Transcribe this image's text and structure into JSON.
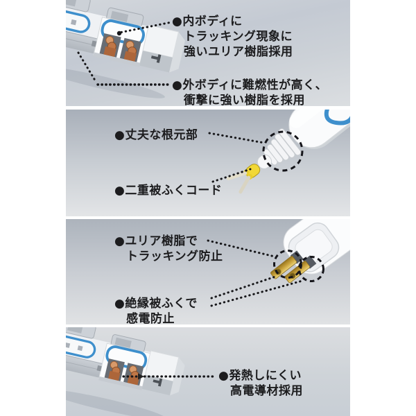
{
  "bullet": "●",
  "colors": {
    "accent_blue": "#3e8fcc",
    "copper": "#c07747",
    "brass": "#c9a23c",
    "insulation_yellow": "#f2d836",
    "text": "#1c1c1e",
    "leader_line": "#17171a",
    "body_white": "#fafbfc"
  },
  "sections": [
    {
      "name": "inner-outer-body",
      "illustration": "power-strip-cutaway",
      "callouts": [
        {
          "lines": [
            "内ボディに",
            "トラッキング現象に",
            "強いユリア樹脂採用"
          ]
        },
        {
          "lines": [
            "外ボディに難燃性が高く、",
            "衝撃に強い樹脂を採用"
          ]
        }
      ]
    },
    {
      "name": "plug-root-and-cord",
      "illustration": "plug-strain-relief-and-cord",
      "callouts": [
        {
          "lines": [
            "丈夫な根元部"
          ]
        },
        {
          "lines": [
            "二重被ふくコード"
          ]
        }
      ]
    },
    {
      "name": "plug-blades",
      "illustration": "plug-blades-with-insulation",
      "callouts": [
        {
          "lines": [
            "ユリア樹脂で",
            "トラッキング防止"
          ]
        },
        {
          "lines": [
            "絶縁被ふくで",
            "感電防止"
          ]
        }
      ]
    },
    {
      "name": "high-conductivity-material",
      "illustration": "power-strip-cutaway-conductor",
      "callouts": [
        {
          "lines": [
            "発熱しにくい",
            "高電導材採用"
          ]
        }
      ]
    }
  ]
}
